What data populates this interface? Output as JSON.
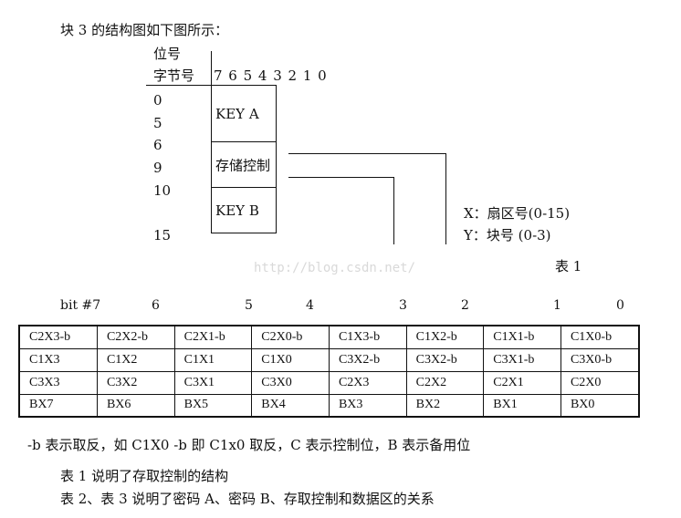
{
  "intro": "块 3 的结构图如下图所示：",
  "diagram": {
    "header_line1": "位号",
    "header_line2": "字节号",
    "bit_numbers": "7 6 5 4 3 2 1 0",
    "row_labels": [
      "0",
      "5",
      "6",
      "9",
      "10",
      "15"
    ],
    "key_a": "KEY    A",
    "access_control": "存储控制",
    "key_b": "KEY    B",
    "note_x": "X：扇区号(0-15)",
    "note_y": "Y：块号    (0-3)"
  },
  "watermark": "http://blog.csdn.net/",
  "table_caption": "表 1",
  "bit_header": [
    "bit #7",
    "6",
    "5",
    "4",
    "3",
    "2",
    "1",
    "0"
  ],
  "table_rows": [
    [
      "C2X3-b",
      "C2X2-b",
      "C2X1-b",
      "C2X0-b",
      "C1X3-b",
      "C1X2-b",
      "C1X1-b",
      "C1X0-b"
    ],
    [
      "C1X3",
      "C1X2",
      "C1X1",
      "C1X0",
      "C3X2-b",
      "C3X2-b",
      "C3X1-b",
      "C3X0-b"
    ],
    [
      "C3X3",
      "C3X2",
      "C3X1",
      "C3X0",
      "C2X3",
      "C2X2",
      "C2X1",
      "C2X0"
    ],
    [
      "BX7",
      "BX6",
      "BX5",
      "BX4",
      "BX3",
      "BX2",
      "BX1",
      "BX0"
    ]
  ],
  "footnote": "-b 表示取反，如 C1X0 -b 即 C1x0 取反，C 表示控制位，B 表示备用位",
  "desc1": "表 1 说明了存取控制的结构",
  "desc2": "表 2、表 3 说明了密码 A、密码 B、存取控制和数据区的关系"
}
